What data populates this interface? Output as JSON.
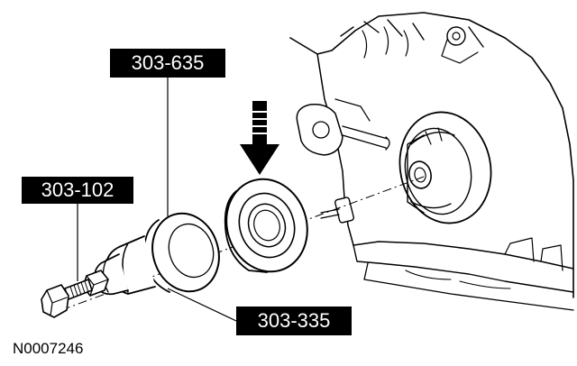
{
  "callouts": {
    "tool_303_635": "303-635",
    "tool_303_102": "303-102",
    "tool_303_335": "303-335"
  },
  "figure_id": "N0007246",
  "colors": {
    "ink": "#000000",
    "paper": "#ffffff"
  },
  "icons": {
    "press_direction": "down-arrow-icon"
  }
}
